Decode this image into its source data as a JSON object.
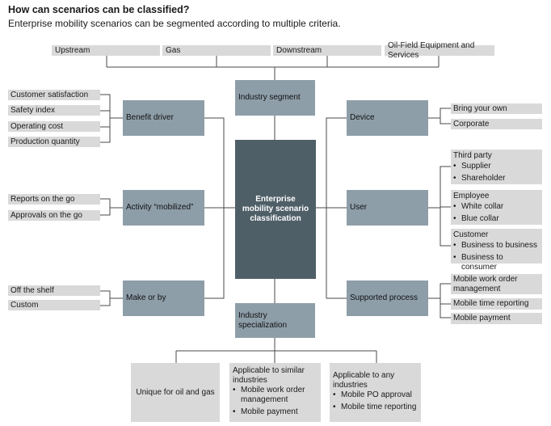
{
  "header": {
    "title": "How can scenarios can be classified?",
    "subtitle": "Enterprise mobility scenarios can be segmented according to multiple criteria."
  },
  "segments": [
    "Upstream",
    "Gas",
    "Downstream",
    "Oil-Field Equipment and Services"
  ],
  "center": {
    "industry_segment": "Industry segment",
    "main": "Enterprise mobility scenario classification",
    "industry_specialization": "Industry specialization"
  },
  "left": {
    "benefit_driver": {
      "label": "Benefit driver",
      "items": [
        "Customer satisfaction",
        "Safety index",
        "Operating cost",
        "Production quantity"
      ]
    },
    "activity": {
      "label": "Activity “mobilized”",
      "items": [
        "Reports on the go",
        "Approvals on the go"
      ]
    },
    "make_or_by": {
      "label": "Make or by",
      "items": [
        "Off the shelf",
        "Custom"
      ]
    }
  },
  "right": {
    "device": {
      "label": "Device",
      "items": [
        "Bring your own",
        "Corporate"
      ]
    },
    "user": {
      "label": "User",
      "groups": [
        {
          "title": "Third party",
          "items": [
            "Supplier",
            "Shareholder"
          ]
        },
        {
          "title": "Employee",
          "items": [
            "White collar",
            "Blue collar"
          ]
        },
        {
          "title": "Customer",
          "items": [
            "Business to business",
            "Business to consumer"
          ]
        }
      ]
    },
    "supported_process": {
      "label": "Supported process",
      "items": [
        "Mobile work order management",
        "Mobile time reporting",
        "Mobile payment"
      ]
    }
  },
  "specializations": {
    "unique": "Unique for oil and gas",
    "similar": {
      "title": "Applicable to similar industries",
      "items": [
        "Mobile work order management",
        "Mobile payment"
      ]
    },
    "any": {
      "title": "Applicable to any industries",
      "items": [
        "Mobile PO approval",
        "Mobile time reporting"
      ]
    }
  },
  "colors": {
    "light": "#d9d9d9",
    "mid": "#8e9ea9",
    "dark": "#4f5f68"
  }
}
